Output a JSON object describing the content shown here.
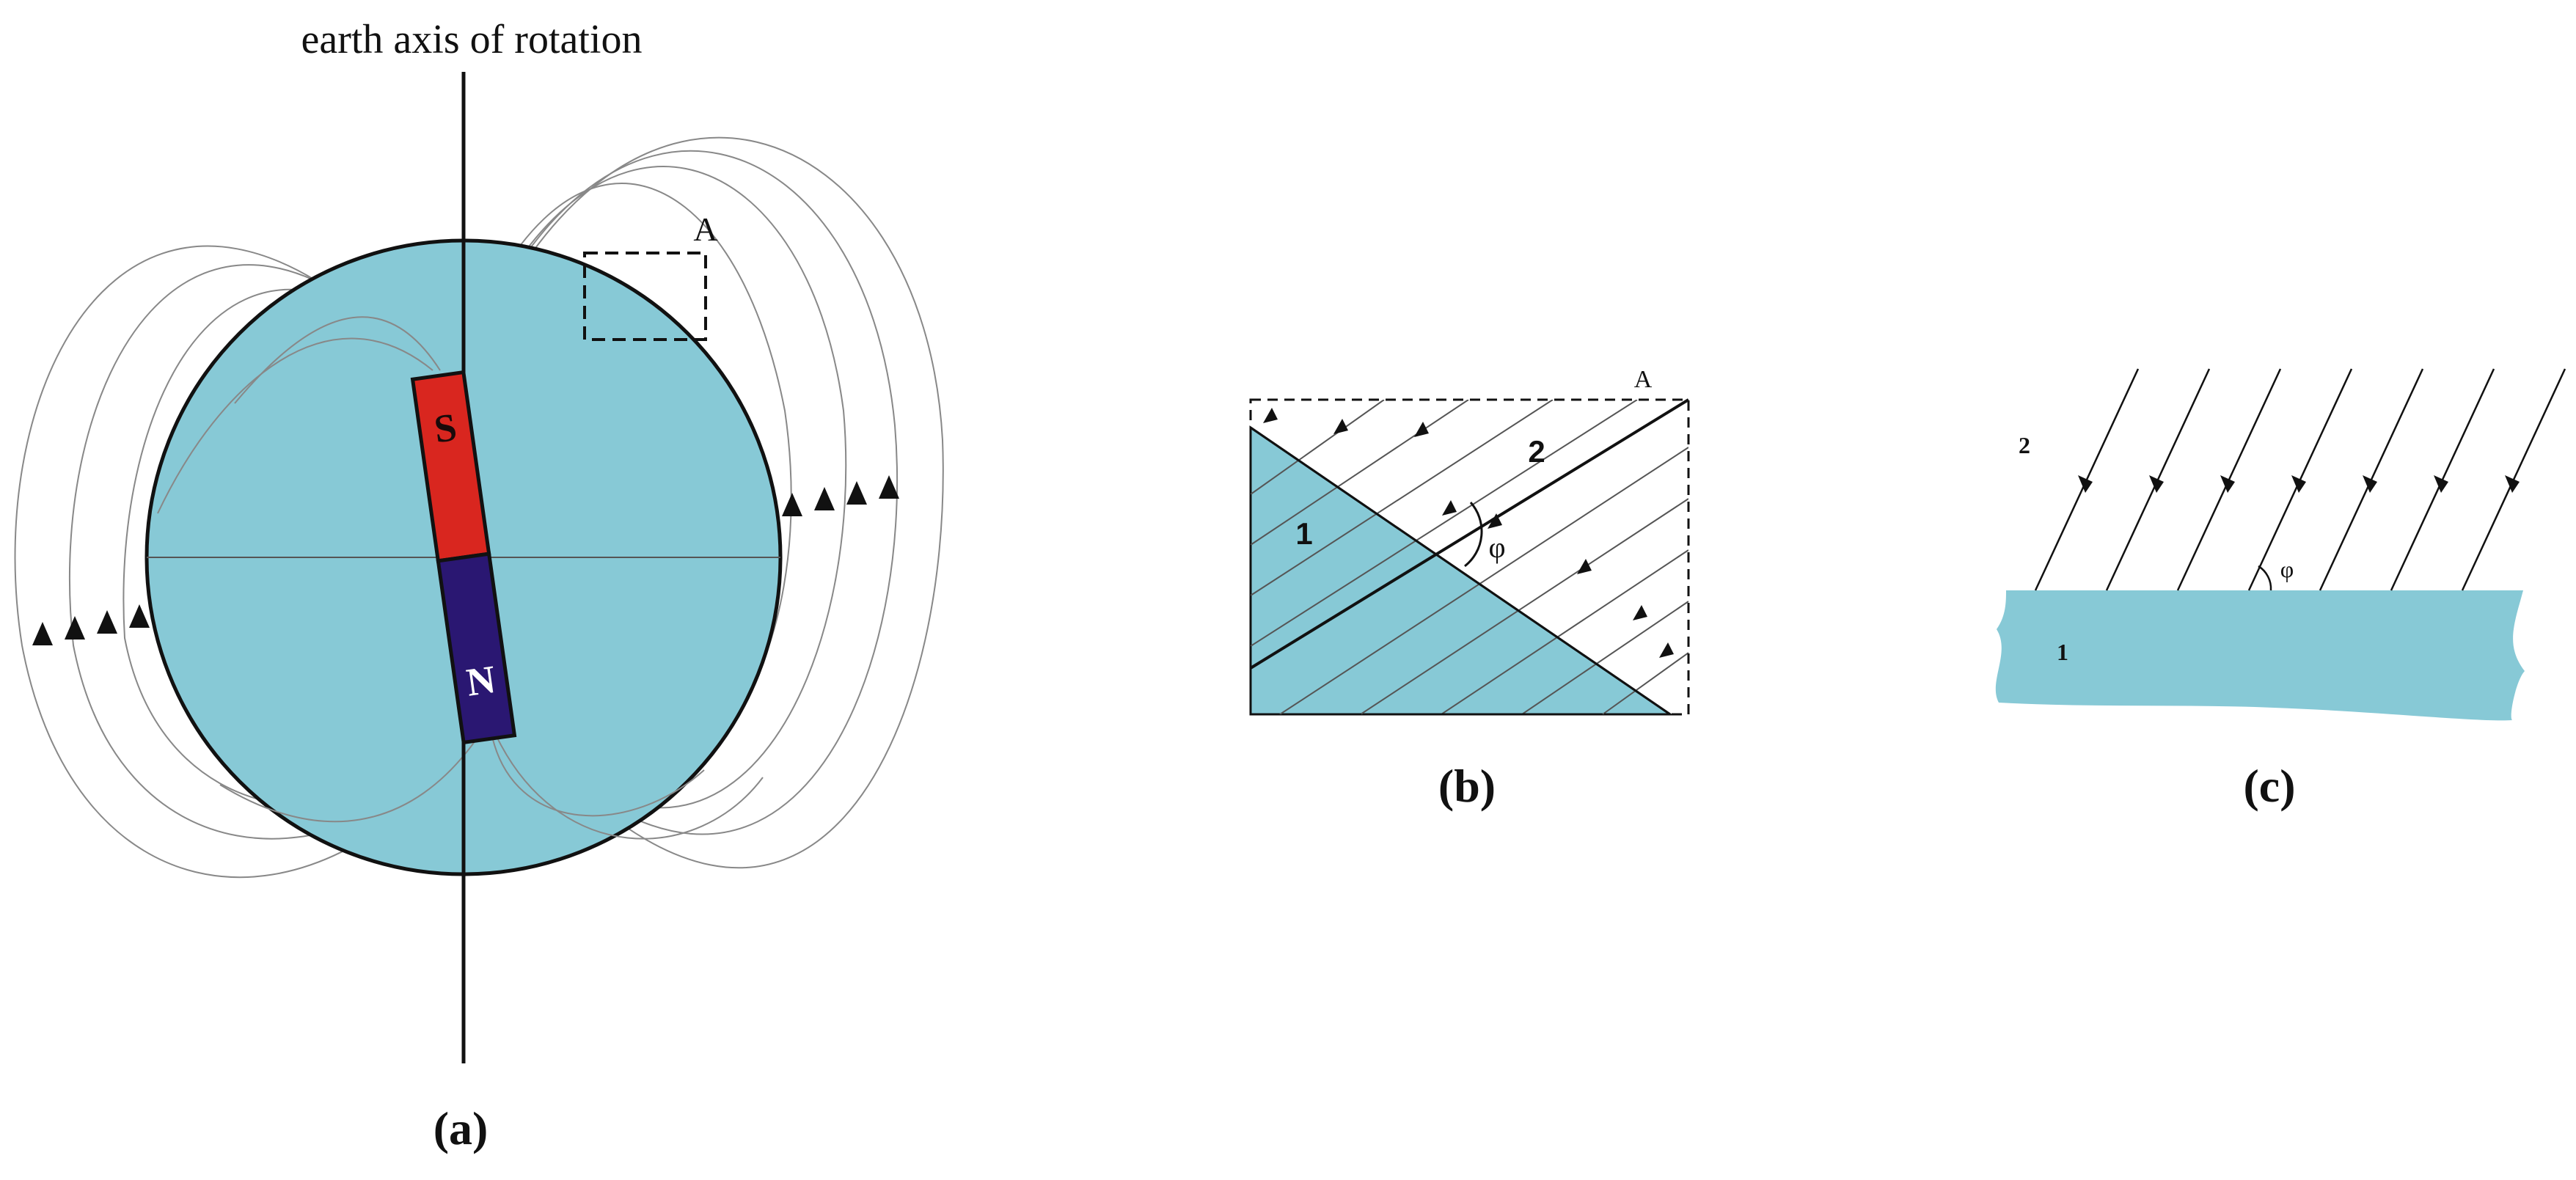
{
  "colors": {
    "earth_fill": "#87c9d6",
    "magnet_south": "#d9261f",
    "magnet_north": "#2a1772",
    "field_line": "#888888",
    "outline": "#111111"
  },
  "panel_a": {
    "axis_label": "earth axis of rotation",
    "region_label": "A",
    "south_pole_label": "S",
    "north_pole_label": "N",
    "caption": "(a)"
  },
  "panel_b": {
    "corner_label": "A",
    "medium_1_label": "1",
    "medium_2_label": "2",
    "angle_label": "φ",
    "caption": "(b)"
  },
  "panel_c": {
    "medium_2_label": "2",
    "medium_1_label": "1",
    "angle_label": "φ",
    "caption": "(c)"
  }
}
